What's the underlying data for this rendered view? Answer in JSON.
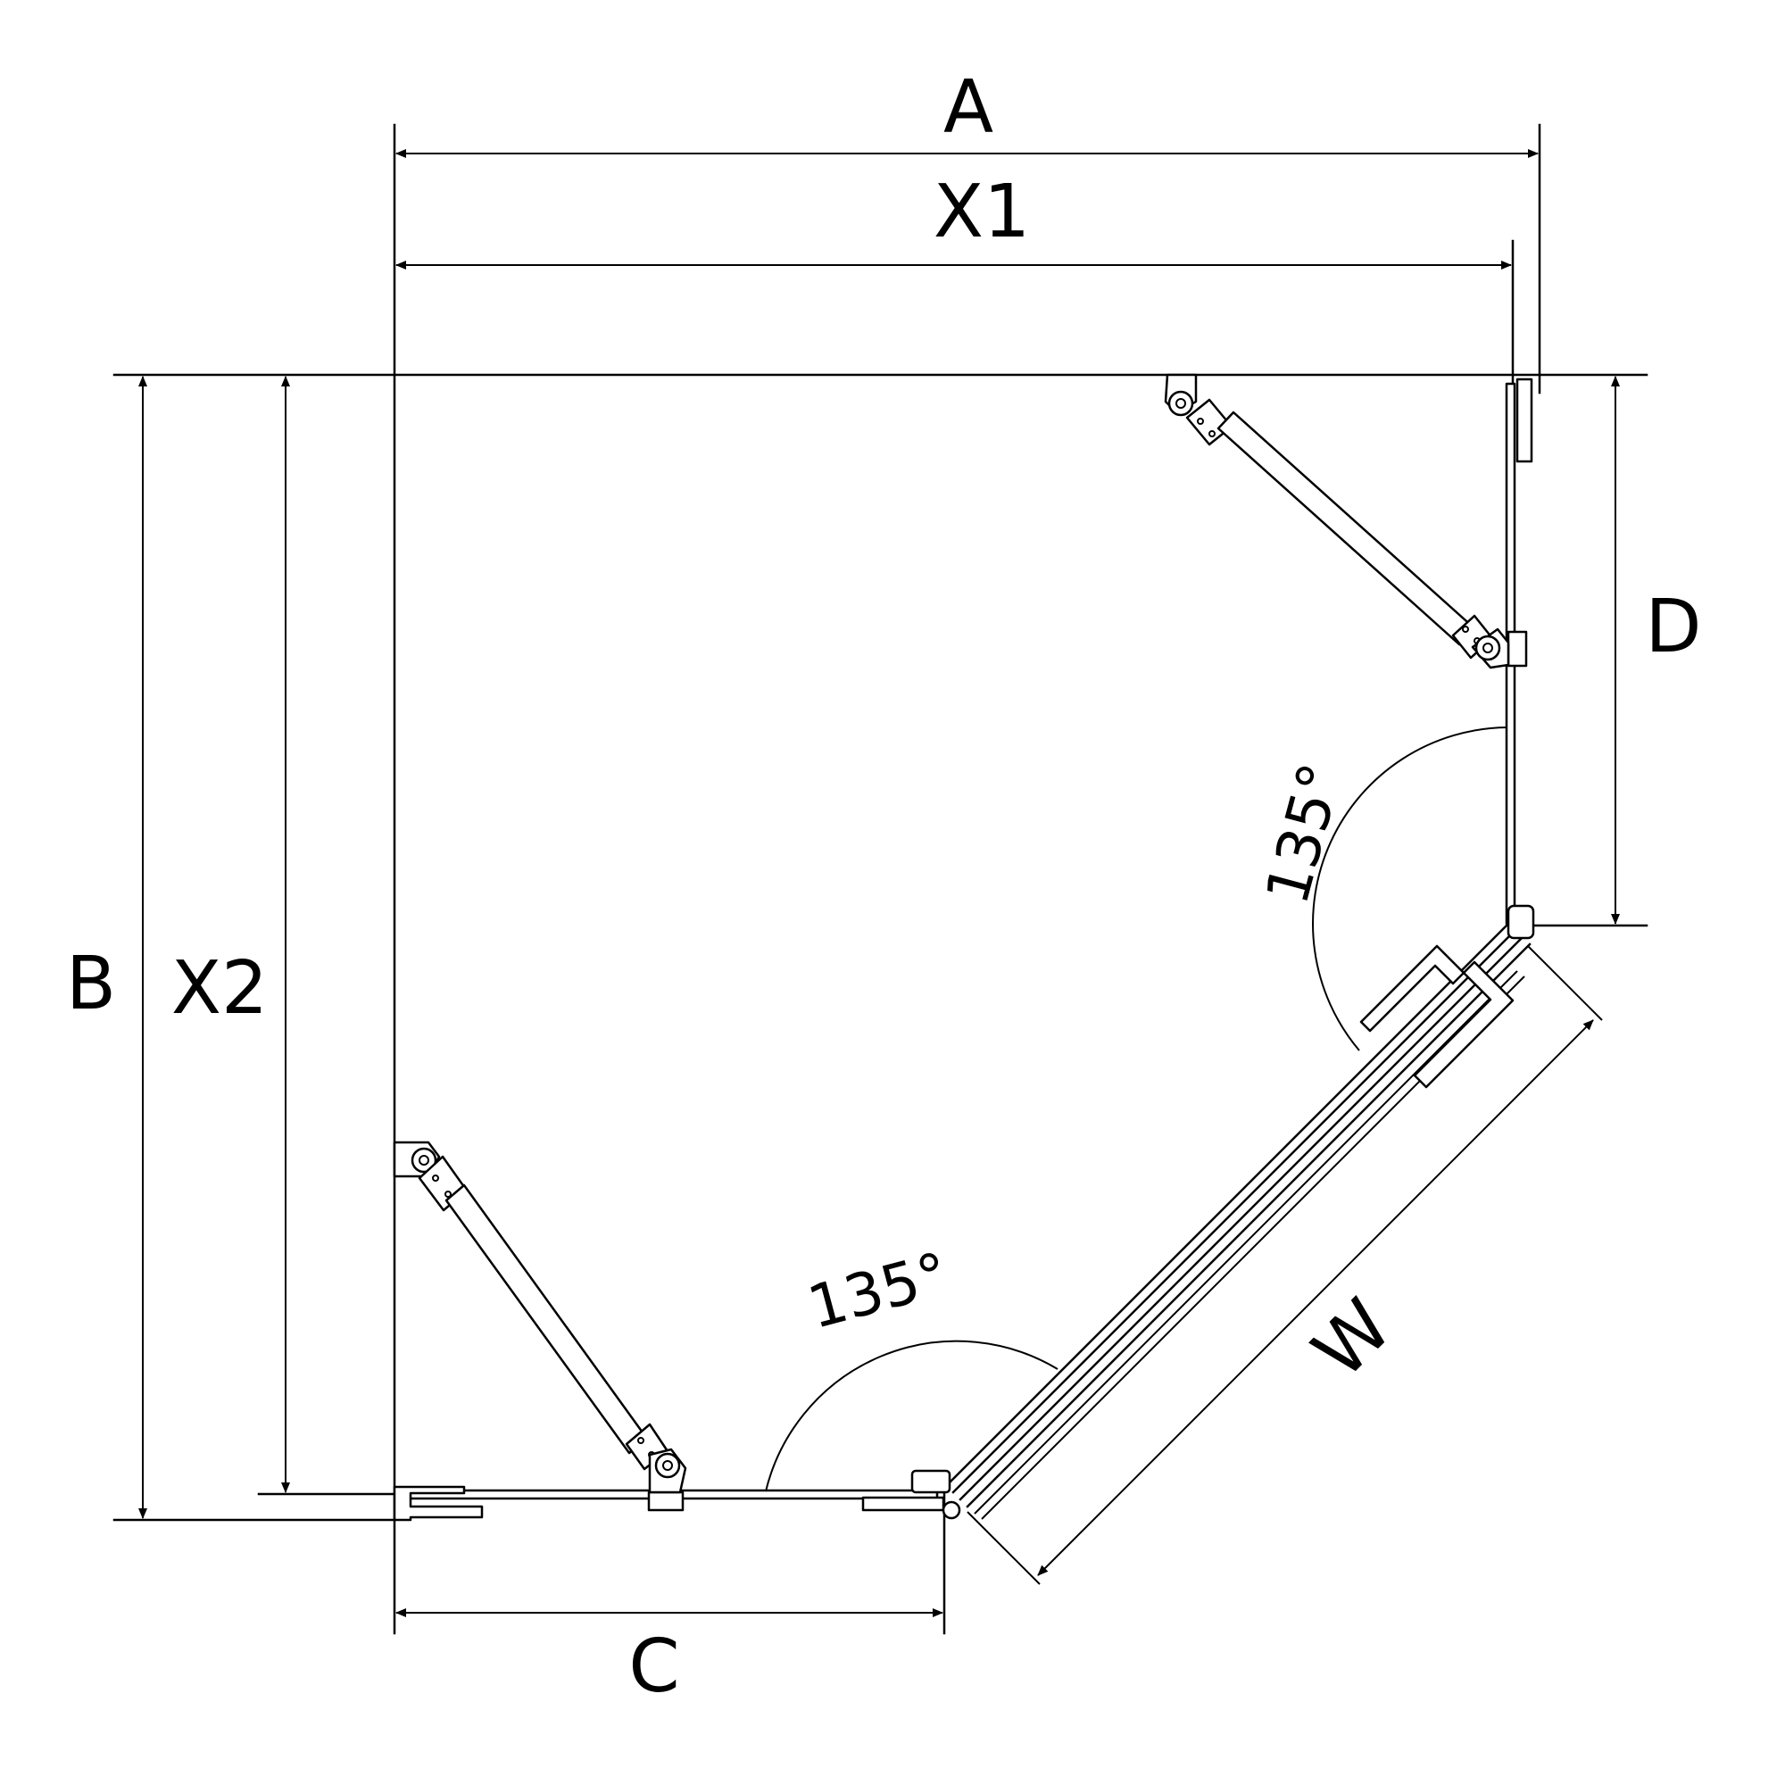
{
  "diagram": {
    "labels": {
      "a": "A",
      "x1": "X1",
      "b": "B",
      "x2": "X2",
      "c": "C",
      "d": "D",
      "w": "W"
    },
    "angles": {
      "right": "135°",
      "bottom": "135°"
    },
    "colors": {
      "line": "#000000",
      "background": "#ffffff"
    }
  }
}
